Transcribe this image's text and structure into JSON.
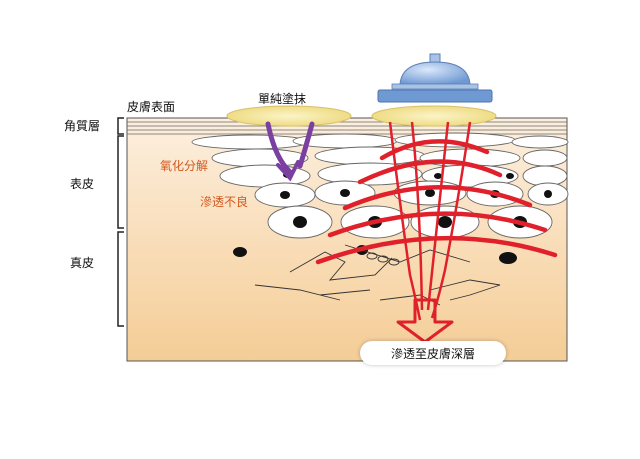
{
  "labels": {
    "skin_surface": "皮膚表面",
    "stratum_corneum": "角質層",
    "epidermis": "表皮",
    "dermis": "真皮",
    "simple_application": "單純塗抹",
    "oxidation": "氧化分解",
    "poor_penetration": "滲透不良",
    "deep_penetration": "滲透至皮膚深層"
  },
  "colors": {
    "skin_top": "#fbe9d3",
    "skin_bottom": "#f5cf99",
    "purple_arrow": "#7a3fa0",
    "red_arrow": "#e0202a",
    "device_blue": "#7da4d9",
    "yellow_pad": "#f4e7a1",
    "orange_text": "#d2571f"
  },
  "icons": [
    "device-probe-icon",
    "down-arrow-icon"
  ]
}
